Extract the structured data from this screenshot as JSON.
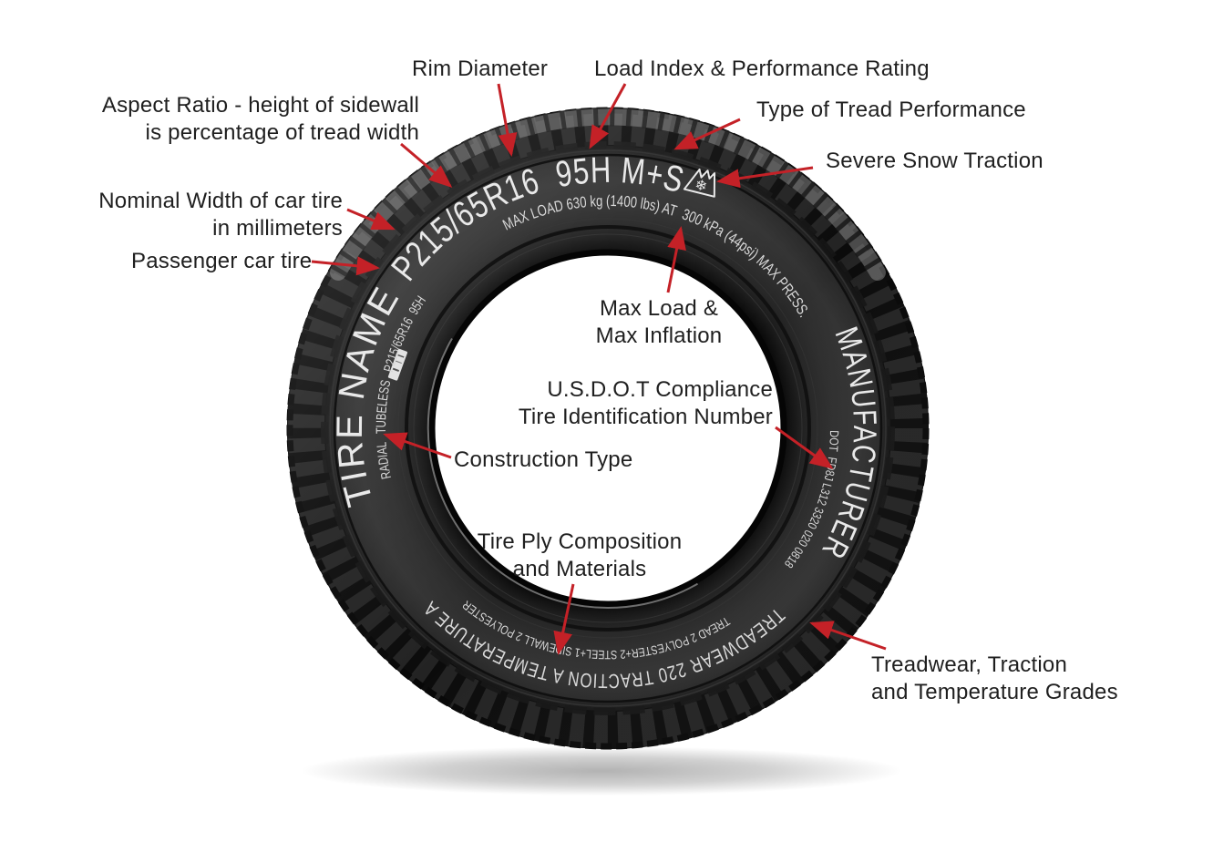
{
  "callouts": {
    "rim_diameter": "Rim Diameter",
    "load_index": "Load Index & Performance Rating",
    "aspect_ratio_1": "Aspect Ratio - height of sidewall",
    "aspect_ratio_2": "is percentage of tread width",
    "tread_performance": "Type of Tread Performance",
    "snow_traction": "Severe Snow Traction",
    "nominal_width_1": "Nominal Width of car tire",
    "nominal_width_2": "in millimeters",
    "passenger": "Passenger car tire",
    "max_load_1": "Max Load &",
    "max_load_2": "Max Inflation",
    "usdot_1": "U.S.D.O.T Compliance",
    "usdot_2": "Tire Identification Number",
    "construction": "Construction Type",
    "ply_1": "Tire Ply Composition",
    "ply_2": "and Materials",
    "grades_1": "Treadwear, Traction",
    "grades_2": "and Temperature Grades"
  },
  "sidewall": {
    "tire_name": "TIRE NAME",
    "size_code": "P215/65R16  95H M+S",
    "manufacturer": "MANUFACTURER",
    "max_load": "MAX LOAD 630 kg (1400 lbs) AT  300 kPa (44psi) MAX PRESS.",
    "construction": "RADIAL   TUBELESS   P215/65R16  95H",
    "dot_code": "DOT  FD8J L312 3320 020 0818",
    "grades": "TREADWEAR 220 TRACTION A TEMPERATURE A",
    "ply": "TREAD 2 POLYESTER+2 STEEL+1 SIDEWALL 2 POLYESTER"
  },
  "icons": {
    "snow_symbol": "three-peak-mountain-snowflake",
    "snowflake_glyph": "❄"
  },
  "colors": {
    "arrow": "#c42127",
    "label_text": "#1f1f1f",
    "sidewall_text": "#e9e9e9",
    "sidewall_text_dim": "#d9d9d9"
  }
}
